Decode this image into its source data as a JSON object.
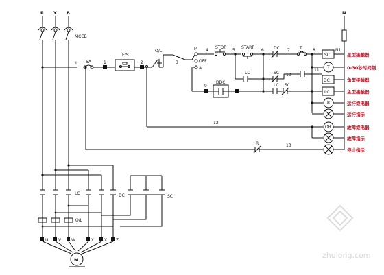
{
  "phases": {
    "r": "R",
    "y": "Y",
    "b": "B"
  },
  "neutral": "N",
  "breaker": "MCCB",
  "fuse": "6A",
  "es_label": "E/S",
  "ol_label": "O/L",
  "switch": {
    "manual": "M",
    "off": "OFF",
    "auto": "A"
  },
  "buttons": {
    "stop": "STOP",
    "start": "START"
  },
  "contacts": {
    "lc": "LC",
    "dc": "DC",
    "sc": "SC",
    "t": "T",
    "ddc": "DDC",
    "r": "R"
  },
  "nodes": {
    "l": "L",
    "n1": "1",
    "n2": "2",
    "n3": "3",
    "n4": "4",
    "n5": "5",
    "n6": "6",
    "n7": "7",
    "n8": "8",
    "n9": "9",
    "n10": "10",
    "n11": "11",
    "n12": "12",
    "n13": "13",
    "nn1": "N1"
  },
  "coils": {
    "sc": "SC",
    "t": "T",
    "dc": "DC",
    "lc": "LC",
    "r": "R",
    "or": "OR"
  },
  "descriptions": {
    "star_contactor": "星型接触器",
    "timer": "0-30秒时间制",
    "delta_contactor": "角型接触器",
    "main_contactor": "主型接触器",
    "run_relay": "运行继电器",
    "run_indicator": "运行指示",
    "fault_relay": "故障继电器",
    "fault_indicator": "故障指示",
    "stop_indicator": "停止指示"
  },
  "power": {
    "lc": "LC",
    "dc": "DC",
    "sc": "SC",
    "ol": "O/L",
    "terminals": {
      "u": "U",
      "v": "V",
      "w": "W",
      "y": "Y",
      "x": "X",
      "z": "Z"
    },
    "motor": "M"
  },
  "watermark": "zhulong.com"
}
